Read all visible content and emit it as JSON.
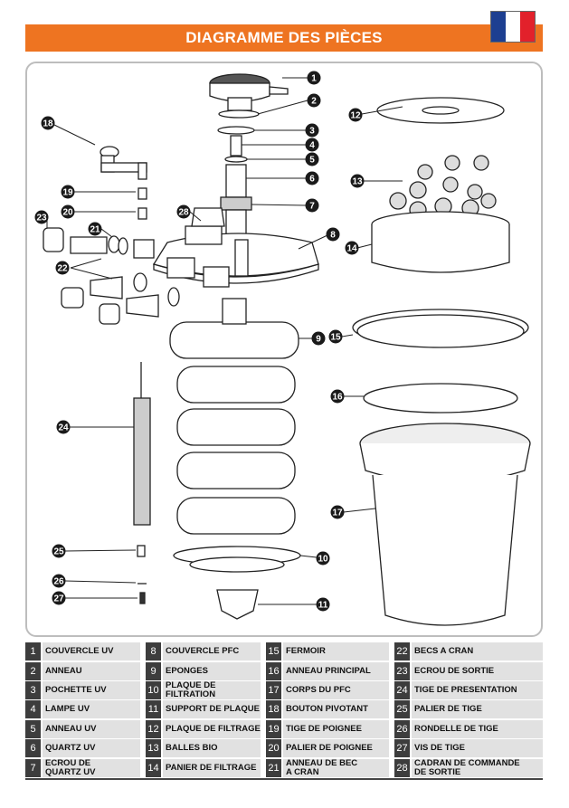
{
  "header": {
    "title": "DIAGRAMME DES PIÈCES"
  },
  "flag": {
    "colors": [
      "#1d3f91",
      "#ffffff",
      "#e2212b"
    ]
  },
  "accent_color": "#ee7421",
  "callouts": [
    "1",
    "2",
    "3",
    "4",
    "5",
    "6",
    "7",
    "8",
    "9",
    "10",
    "11",
    "12",
    "13",
    "14",
    "15",
    "16",
    "17",
    "18",
    "19",
    "20",
    "21",
    "22",
    "23",
    "24",
    "25",
    "26",
    "27",
    "28"
  ],
  "parts": [
    {
      "num": "1",
      "name": "COUVERCLE UV"
    },
    {
      "num": "2",
      "name": "ANNEAU"
    },
    {
      "num": "3",
      "name": "POCHETTE UV"
    },
    {
      "num": "4",
      "name": "LAMPE UV"
    },
    {
      "num": "5",
      "name": "ANNEAU UV"
    },
    {
      "num": "6",
      "name": "QUARTZ UV"
    },
    {
      "num": "7",
      "name": "ECROU DE\nQUARTZ UV"
    },
    {
      "num": "8",
      "name": "COUVERCLE PFC"
    },
    {
      "num": "9",
      "name": "EPONGES"
    },
    {
      "num": "10",
      "name": "PLAQUE DE\nFILTRATION"
    },
    {
      "num": "11",
      "name": "SUPPORT DE PLAQUE"
    },
    {
      "num": "12",
      "name": "PLAQUE DE FILTRAGE"
    },
    {
      "num": "13",
      "name": "BALLES BIO"
    },
    {
      "num": "14",
      "name": "PANIER DE FILTRAGE"
    },
    {
      "num": "15",
      "name": "FERMOIR"
    },
    {
      "num": "16",
      "name": "ANNEAU PRINCIPAL"
    },
    {
      "num": "17",
      "name": "CORPS DU PFC"
    },
    {
      "num": "18",
      "name": "BOUTON PIVOTANT"
    },
    {
      "num": "19",
      "name": "TIGE DE POIGNEE"
    },
    {
      "num": "20",
      "name": "PALIER DE POIGNEE"
    },
    {
      "num": "21",
      "name": "ANNEAU DE BEC\nA CRAN"
    },
    {
      "num": "22",
      "name": "BECS A CRAN"
    },
    {
      "num": "23",
      "name": "ECROU DE SORTIE"
    },
    {
      "num": "24",
      "name": "TIGE DE PRESENTATION"
    },
    {
      "num": "25",
      "name": "PALIER DE TIGE"
    },
    {
      "num": "26",
      "name": "RONDELLE DE TIGE"
    },
    {
      "num": "27",
      "name": "VIS DE TIGE"
    },
    {
      "num": "28",
      "name": "CADRAN DE COMMANDE\nDE SORTIE"
    }
  ]
}
